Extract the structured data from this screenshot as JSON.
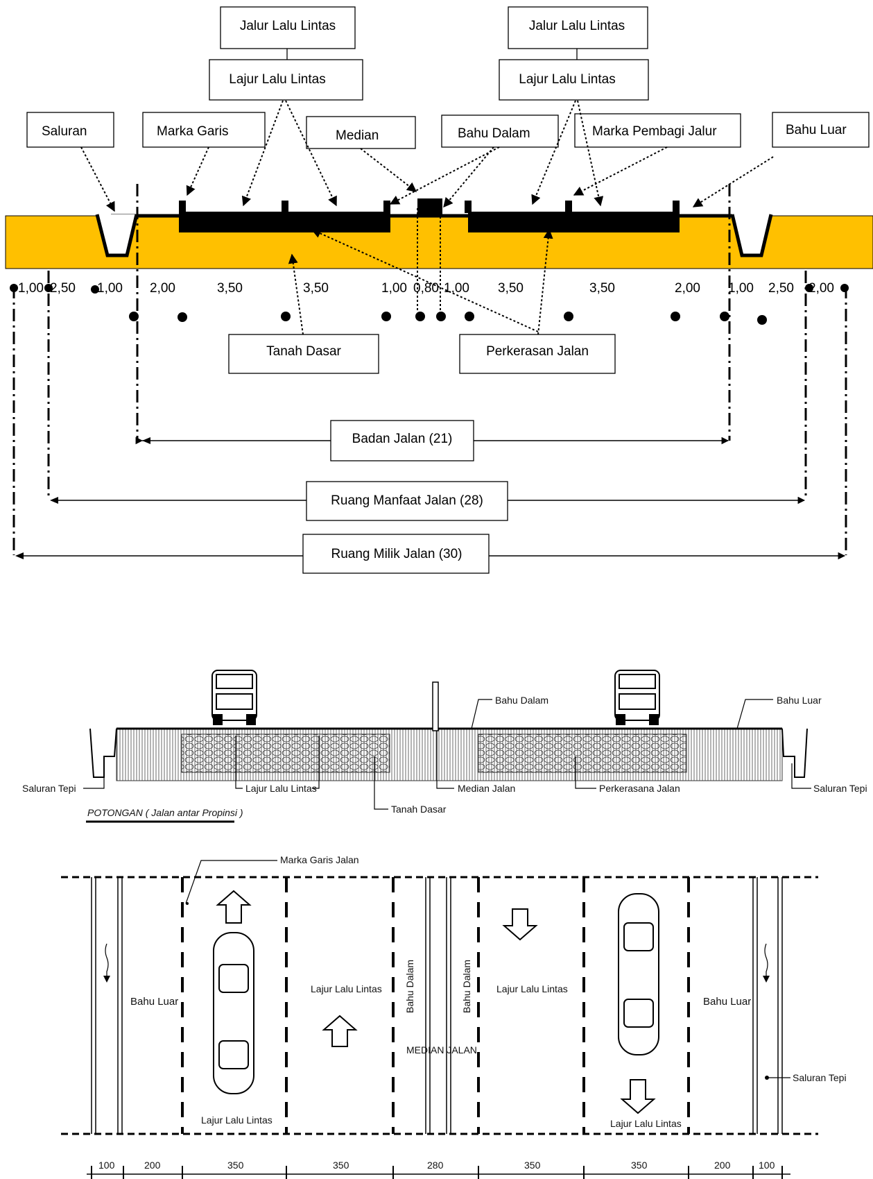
{
  "top_labels": {
    "jalur_left": "Jalur Lalu Lintas",
    "jalur_right": "Jalur Lalu Lintas",
    "lajur_left": "Lajur Lalu Lintas",
    "lajur_right": "Lajur Lalu Lintas",
    "saluran": "Saluran",
    "marka_garis": "Marka Garis",
    "median": "Median",
    "bahu_dalam": "Bahu Dalam",
    "marka_pembagi": "Marka Pembagi Jalur",
    "bahu_luar": "Bahu Luar",
    "tanah_dasar": "Tanah Dasar",
    "perkerasan": "Perkerasan Jalan",
    "badan_jalan": "Badan Jalan (21)",
    "ruang_manfaat": "Ruang Manfaat Jalan (28)",
    "ruang_milik": "Ruang Milik Jalan (30)"
  },
  "top_dimensions": [
    "1,00",
    "2,50",
    "1,00",
    "2,00",
    "3,50",
    "3,50",
    "1,00",
    "0,80",
    "1,00",
    "3,50",
    "3,50",
    "2,00",
    "1,00",
    "2,50",
    "2,00"
  ],
  "section_labels": {
    "bahu_dalam": "Bahu Dalam",
    "bahu_luar": "Bahu Luar",
    "saluran_tepi_left": "Saluran Tepi",
    "saluran_tepi_right": "Saluran Tepi",
    "lajur": "Lajur Lalu Lintas",
    "median_jalan": "Median Jalan",
    "perkerasana": "Perkerasana Jalan",
    "tanah_dasar": "Tanah Dasar",
    "potongan": "POTONGAN ( Jalan antar Propinsi )"
  },
  "plan_labels": {
    "marka_garis_jalan": "Marka Garis Jalan",
    "bahu_luar_left": "Bahu Luar",
    "bahu_luar_right": "Bahu Luar",
    "lajur_1": "Lajur Lalu Lintas",
    "lajur_2": "Lajur Lalu Lintas",
    "lajur_3": "Lajur Lalu Lintas",
    "lajur_4": "Lajur Lalu Lintas",
    "bahu_dalam_1": "Bahu Dalam",
    "bahu_dalam_2": "Bahu Dalam",
    "median_jalan": "MEDIAN JALAN",
    "saluran_tepi": "Saluran Tepi"
  },
  "plan_dimensions": [
    "100",
    "200",
    "350",
    "350",
    "280",
    "350",
    "350",
    "200",
    "100"
  ],
  "colors": {
    "ground": "#FFC000",
    "pavement": "#000000",
    "line": "#000000"
  }
}
